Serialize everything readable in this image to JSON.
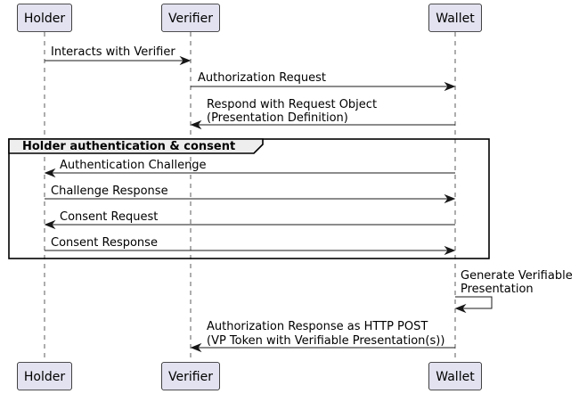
{
  "participants": {
    "holder": "Holder",
    "verifier": "Verifier",
    "wallet": "Wallet"
  },
  "messages": [
    {
      "from": "holder",
      "to": "verifier",
      "lines": [
        "Interacts with Verifier"
      ]
    },
    {
      "from": "verifier",
      "to": "wallet",
      "lines": [
        "Authorization Request"
      ]
    },
    {
      "from": "wallet",
      "to": "verifier",
      "lines": [
        "Respond with Request Object",
        "(Presentation Definition)"
      ]
    },
    {
      "from": "wallet",
      "to": "holder",
      "lines": [
        "Authentication Challenge"
      ]
    },
    {
      "from": "holder",
      "to": "wallet",
      "lines": [
        "Challenge Response"
      ]
    },
    {
      "from": "wallet",
      "to": "holder",
      "lines": [
        "Consent Request"
      ]
    },
    {
      "from": "holder",
      "to": "wallet",
      "lines": [
        "Consent Response"
      ]
    },
    {
      "from": "wallet",
      "to": "wallet",
      "lines": [
        "Generate Verifiable",
        "Presentation"
      ]
    },
    {
      "from": "wallet",
      "to": "verifier",
      "lines": [
        "Authorization Response as HTTP POST",
        "(VP Token with Verifiable Presentation(s))"
      ]
    }
  ],
  "group": {
    "label": "Holder authentication & consent"
  }
}
